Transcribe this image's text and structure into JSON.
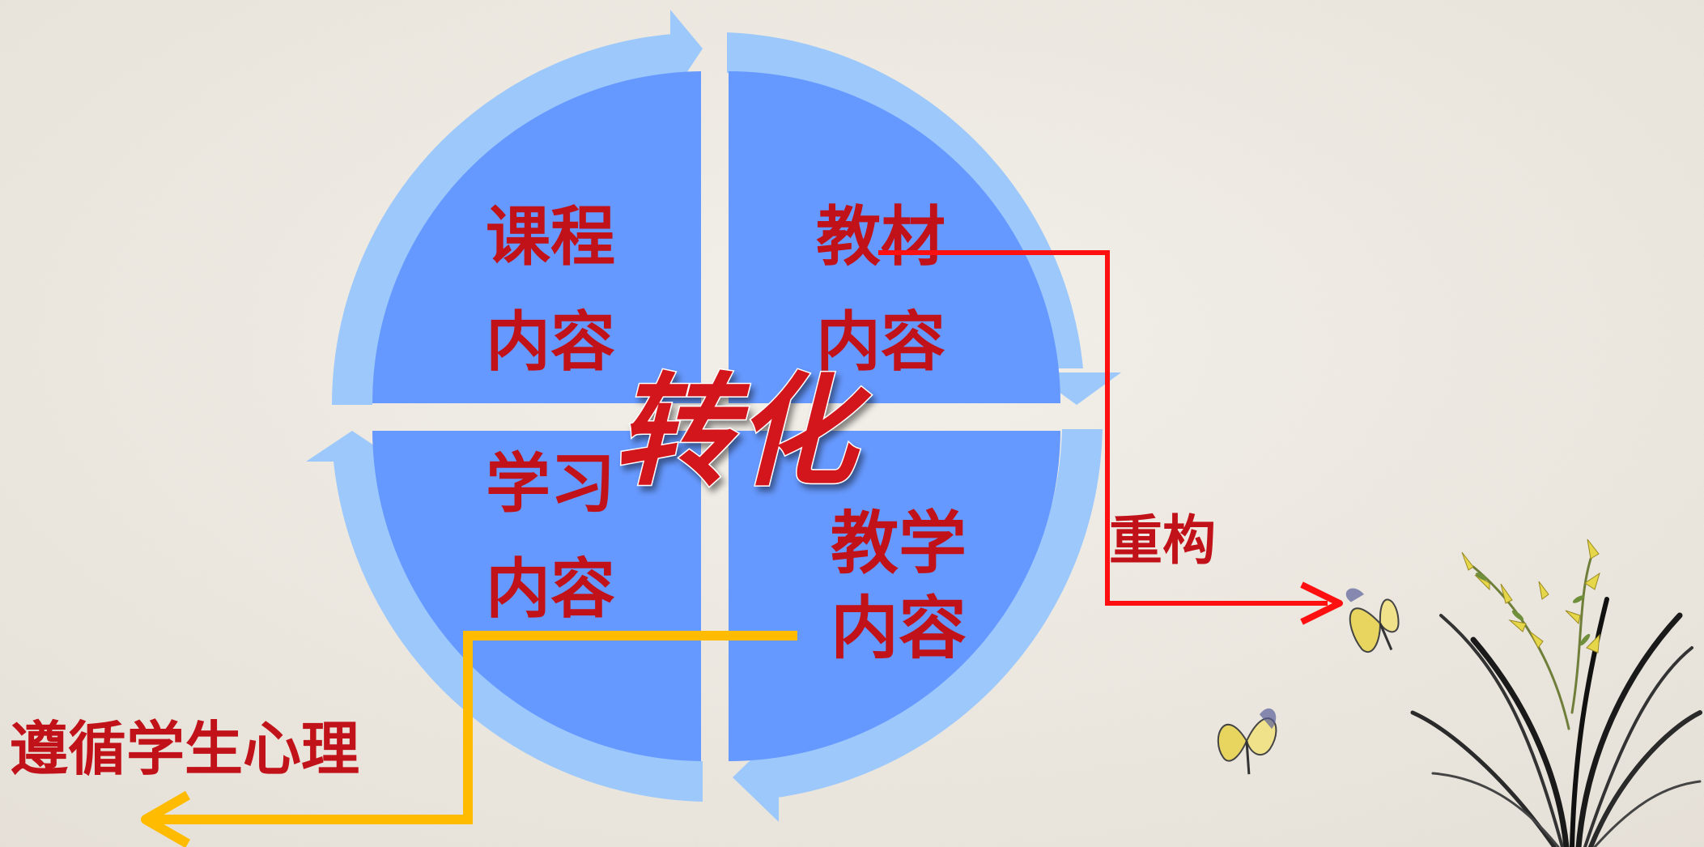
{
  "diagram": {
    "quadrants": {
      "top_left": {
        "line1": "课程",
        "line2": "内容"
      },
      "top_right": {
        "line1": "教材",
        "line2": "内容"
      },
      "bottom_left": {
        "line1": "学习",
        "line2": "内容"
      },
      "bottom_right": {
        "line1": "教学",
        "line2": "内容"
      }
    },
    "center_label": "转化",
    "right_arrow_label": "重构",
    "left_arrow_label": "遵循学生心理"
  },
  "colors": {
    "background": "#efebe4",
    "outer_ring": "#9cc8fb",
    "inner_quadrant": "#6699ff",
    "text_red": "#c1121a",
    "red_arrow": "#ff1010",
    "yellow_arrow": "#ffbb00"
  },
  "icons": [
    "butterfly-icon",
    "butterfly-icon",
    "orchid-plant-icon"
  ]
}
